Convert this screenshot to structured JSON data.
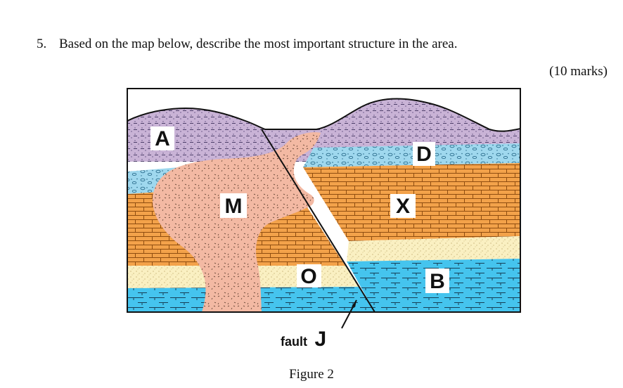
{
  "question": {
    "number": "5.",
    "text": "Based on the map below, describe the most important structure in the area.",
    "marks": "(10 marks)"
  },
  "figure": {
    "caption": "Figure 2",
    "unit_labels": {
      "A": "A",
      "D": "D",
      "M": "M",
      "X": "X",
      "O": "O",
      "B": "B"
    },
    "fault_label_word": "fault",
    "fault_label_letter": "J",
    "colors": {
      "unit_A_purple": "#c9b3d6",
      "unit_D_blue_pebble": "#9fd8ee",
      "unit_X_orange_brick": "#f3a24a",
      "unit_sand_yellow": "#faf0c2",
      "unit_B_blue_limestone": "#45c4ee",
      "unit_M_pink_intrusion": "#f3b9a3",
      "outline_black": "#111111"
    }
  }
}
